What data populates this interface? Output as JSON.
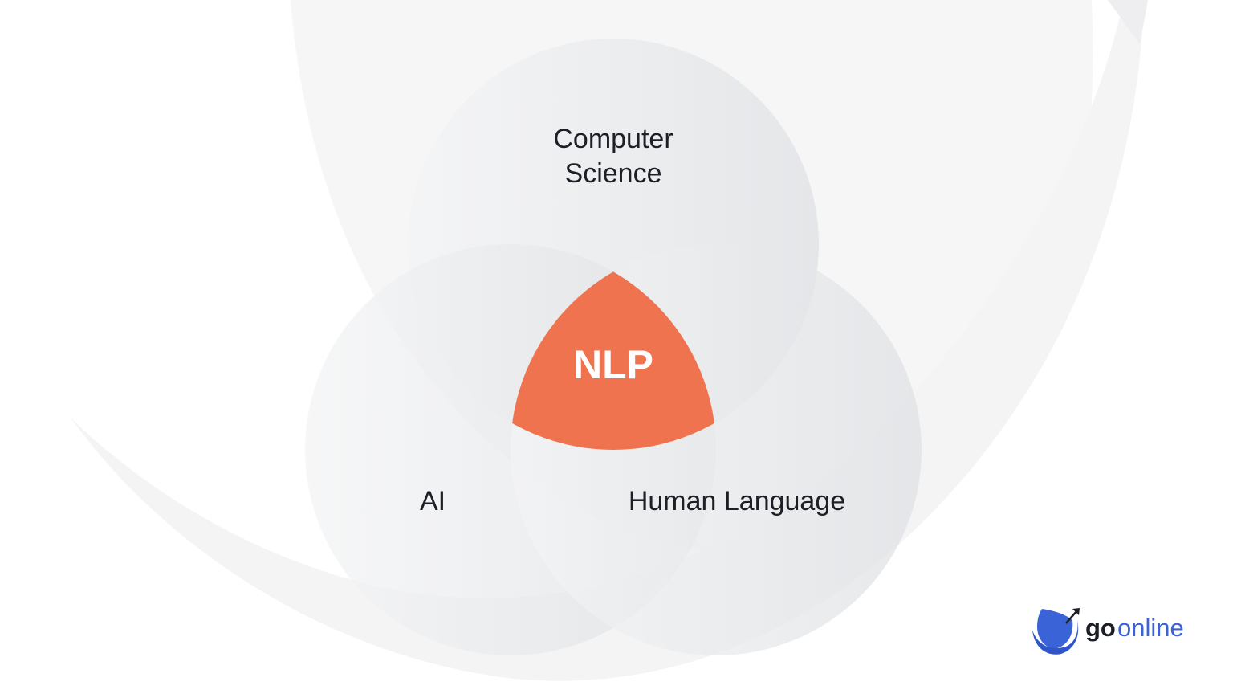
{
  "diagram": {
    "circles": [
      {
        "id": "computer-science",
        "label_lines": [
          "Computer",
          "Science"
        ]
      },
      {
        "id": "ai",
        "label_lines": [
          "AI"
        ]
      },
      {
        "id": "human-language",
        "label_lines": [
          "Human Language"
        ]
      }
    ],
    "intersection_label": "NLP",
    "colors": {
      "intersection": "#EE734E",
      "circle_fill": "#ECEDEF",
      "background_swoosh": "#F5F5F6",
      "text": "#1C1F26"
    }
  },
  "brand": {
    "word_go": "go",
    "word_online": "online",
    "accent_color": "#3B63D8",
    "icon": "rocket-checkmark-icon"
  }
}
